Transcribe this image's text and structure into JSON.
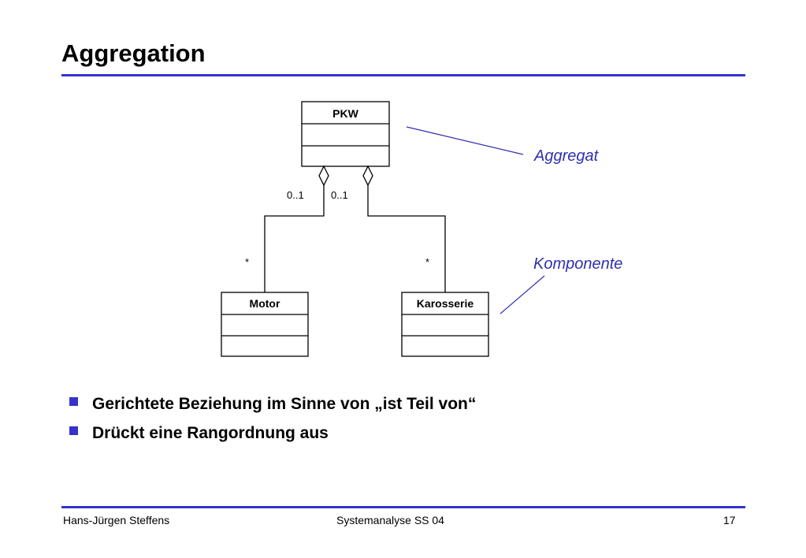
{
  "title": "Aggregation",
  "colors": {
    "accent": "#3333cc",
    "annotation": "#2f2fb0",
    "line": "#000000"
  },
  "diagram": {
    "classes": {
      "pkw": "PKW",
      "motor": "Motor",
      "karosserie": "Karosserie"
    },
    "multiplicities": {
      "pkw_left": "0..1",
      "pkw_right": "0..1",
      "motor": "*",
      "karosserie": "*"
    },
    "annotations": {
      "aggregat": "Aggregat",
      "komponente": "Komponente"
    }
  },
  "bullets": [
    "Gerichtete Beziehung im Sinne von „ist Teil von“",
    "Drückt eine Rangordnung aus"
  ],
  "footer": {
    "author": "Hans-Jürgen Steffens",
    "course": "Systemanalyse SS 04",
    "page": "17"
  }
}
